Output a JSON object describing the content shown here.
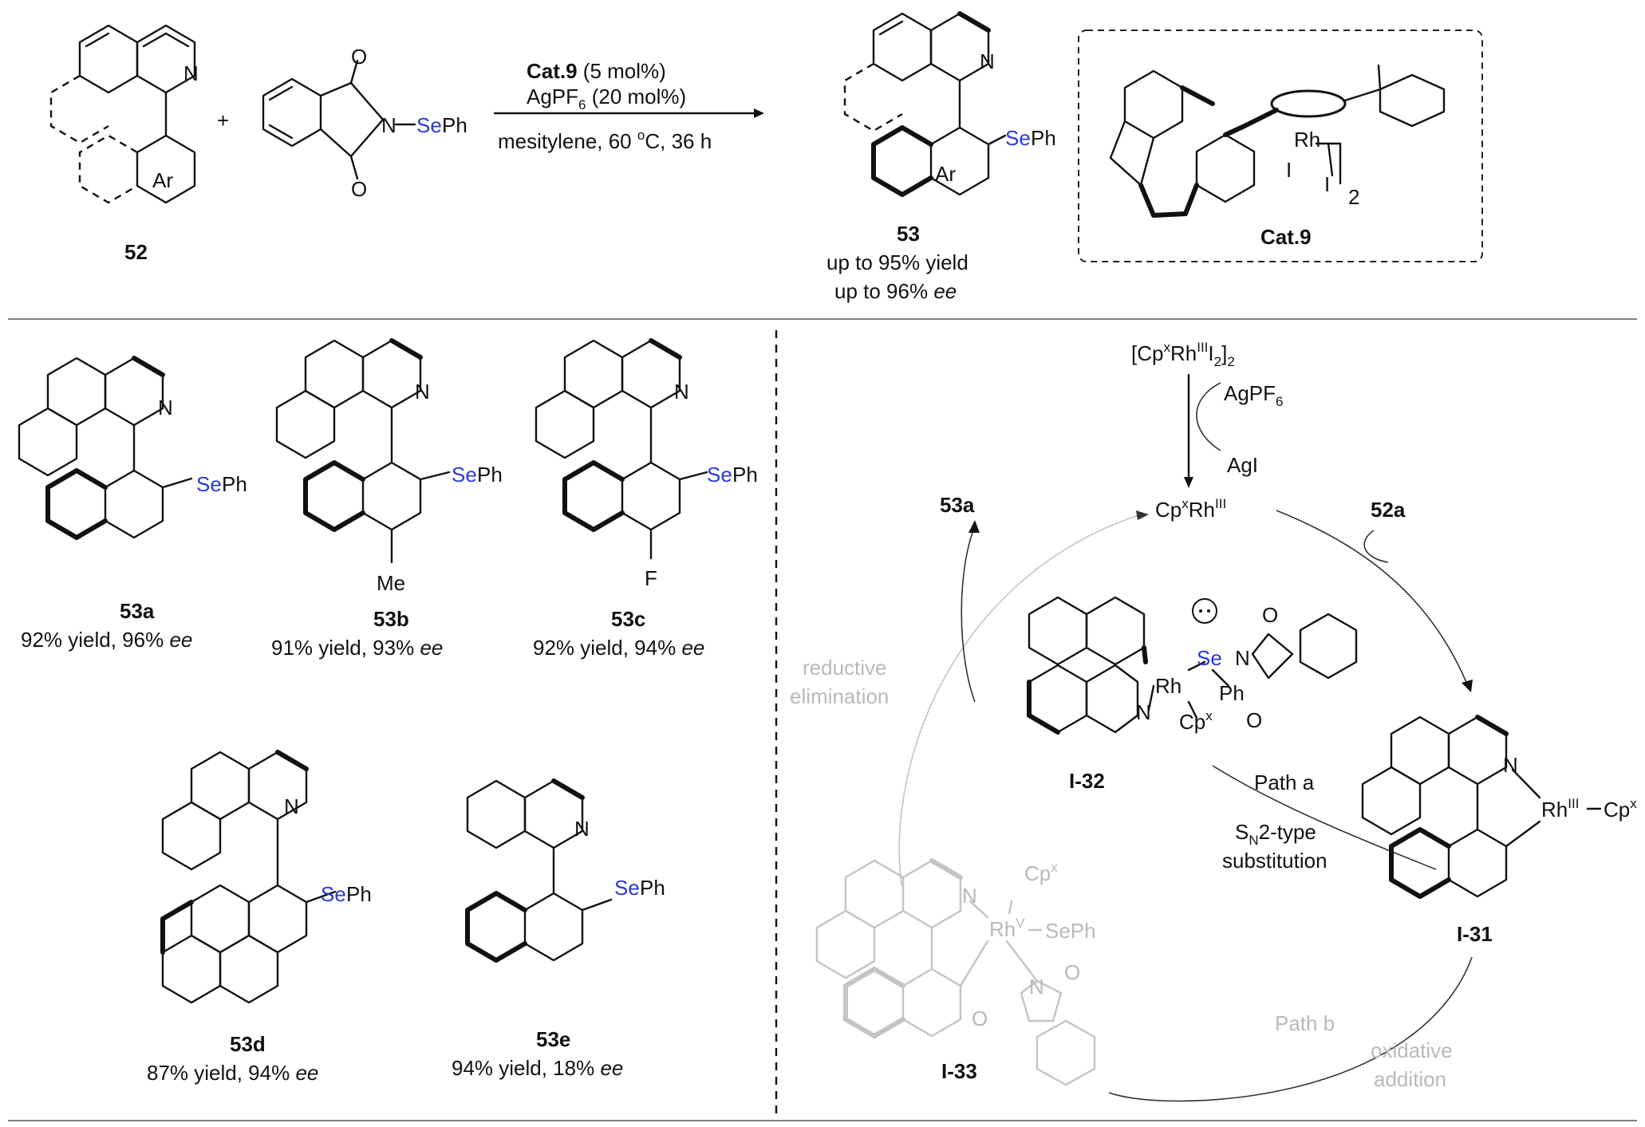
{
  "reaction": {
    "substrate_label": "52",
    "ring_label": "Ar",
    "plus": "+",
    "reagent_se": "Se",
    "reagent_ph": "Ph",
    "reagent_n": "N",
    "reagent_o": "O",
    "cond_cat": "Cat.9",
    "cond_cat_amt": " (5 mol%)",
    "cond_ag": "AgPF",
    "cond_ag_sub": "6",
    "cond_ag_amt": " (20 mol%)",
    "cond_solvent": "mesitylene, 60 ",
    "cond_deg": "o",
    "cond_rest": "C, 36 h",
    "product_label": "53",
    "yield_line": "up to 95% yield",
    "ee_line_prefix": "up to 96% ",
    "ee": "ee",
    "catalyst_label": "Cat.9",
    "cat_rh": "Rh",
    "cat_i": "I",
    "cat_sub2": "2"
  },
  "products": [
    {
      "label": "53a",
      "yield": "92% yield, 96% ",
      "ee": "ee",
      "sub": ""
    },
    {
      "label": "53b",
      "yield": "91% yield, 93% ",
      "ee": "ee",
      "sub": "Me"
    },
    {
      "label": "53c",
      "yield": "92% yield, 94% ",
      "ee": "ee",
      "sub": "F"
    },
    {
      "label": "53d",
      "yield": "87% yield, 94% ",
      "ee": "ee",
      "sub": ""
    },
    {
      "label": "53e",
      "yield": "94% yield, 18% ",
      "ee": "ee",
      "sub": ""
    }
  ],
  "mechanism": {
    "precat": "[Cp",
    "precat_x": "x",
    "precat_rh": "Rh",
    "precat_iii": "III",
    "precat_i": "I",
    "precat_2a": "2",
    "precat_2b": "2",
    "agpf6": "AgPF",
    "agpf6_sub": "6",
    "agi": "AgI",
    "active": "Cp",
    "active_x": "x",
    "active_rh": "Rh",
    "active_iii": "III",
    "label_53a": "53a",
    "label_52a": "52a",
    "reductive": "reductive",
    "elimination": "elimination",
    "int32": "I-32",
    "int31": "I-31",
    "int33": "I-33",
    "path_a": "Path a",
    "sn2_s": "S",
    "sn2_n": "N",
    "sn2_rest": "2-type",
    "substitution": "substitution",
    "path_b": "Path b",
    "oxidative": "oxidative",
    "addition": "addition",
    "rh": "Rh",
    "se": "Se",
    "ph": "Ph",
    "n": "N",
    "o": "O",
    "cp": "Cp",
    "x": "x",
    "iii": "III",
    "v": "V",
    "seph": "SePh"
  }
}
